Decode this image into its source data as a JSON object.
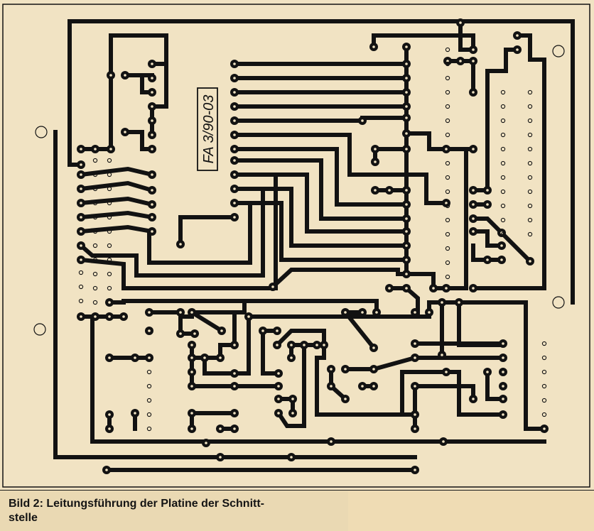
{
  "figure": {
    "board_label": "FA 3/90-03",
    "caption_line1": "Bild 2: Leitungsführung der Platine der Schnitt-",
    "caption_line2": "stelle"
  },
  "colors": {
    "paper": "#f1e3c3",
    "copper": "#121212",
    "page": "#ead9b3"
  }
}
